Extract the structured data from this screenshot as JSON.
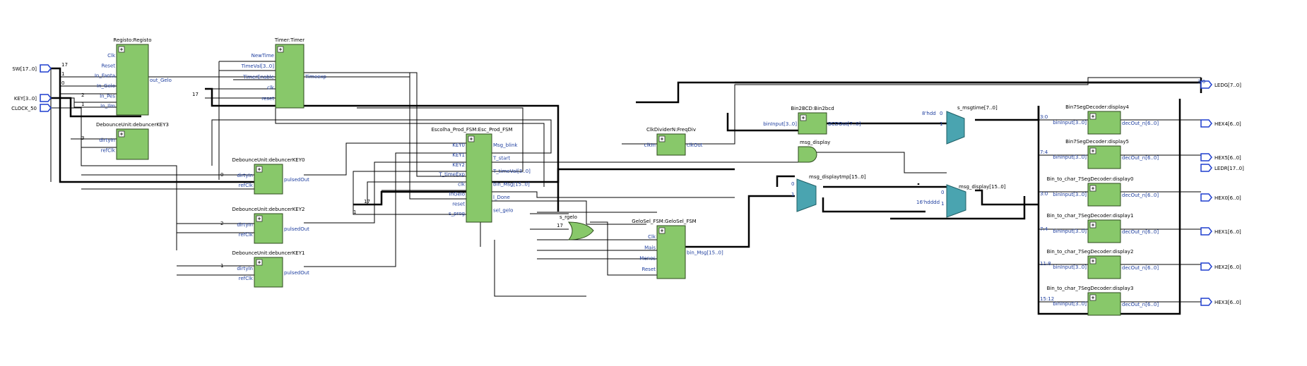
{
  "inputs": [
    {
      "id": "sw",
      "label": "SW[17..0]"
    },
    {
      "id": "key",
      "label": "KEY[3..0]"
    },
    {
      "id": "clock",
      "label": "CLOCK_50"
    }
  ],
  "outputs": [
    {
      "id": "ledg",
      "label": "LEDG[7..0]"
    },
    {
      "id": "hex4",
      "label": "HEX4[6..0]"
    },
    {
      "id": "hex5",
      "label": "HEX5[6..0]"
    },
    {
      "id": "ledr",
      "label": "LEDR[17..0]"
    },
    {
      "id": "hex0",
      "label": "HEX0[6..0]"
    },
    {
      "id": "hex1",
      "label": "HEX1[6..0]"
    },
    {
      "id": "hex2",
      "label": "HEX2[6..0]"
    },
    {
      "id": "hex3",
      "label": "HEX3[6..0]"
    }
  ],
  "blocks": [
    {
      "id": "registo",
      "title": "Registo:Registo",
      "in": [
        "Clk",
        "Reset",
        "In_Fanta",
        "In_Gelo",
        "In_Pes",
        "In_Ilm"
      ],
      "out": [
        "out_Gelo"
      ]
    },
    {
      "id": "timer",
      "title": "Timer:Timer",
      "in": [
        "NewTime",
        "TimeVal[3..0]",
        "TimerEnable",
        "clk",
        "reset"
      ],
      "out": [
        "Timeexp"
      ]
    },
    {
      "id": "deb3",
      "title": "DebounceUnit:debuncerKEY3",
      "in": [
        "dirtyIn",
        "refClk"
      ],
      "out": []
    },
    {
      "id": "deb0",
      "title": "DebounceUnit:debuncerKEY0",
      "in": [
        "dirtyIn",
        "refClk"
      ],
      "out": [
        "pulsedOut"
      ]
    },
    {
      "id": "deb2",
      "title": "DebounceUnit:debuncerKEY2",
      "in": [
        "dirtyIn",
        "refClk"
      ],
      "out": [
        "pulsedOut"
      ]
    },
    {
      "id": "deb1",
      "title": "DebounceUnit:debuncerKEY1",
      "in": [
        "dirtyIn",
        "refClk"
      ],
      "out": [
        "pulsedOut"
      ]
    },
    {
      "id": "esc",
      "title": "Escolha_Prod_FSM:Esc_Prod_FSM",
      "in": [
        "KEY0",
        "KEY1",
        "KEY2",
        "T_timeExp",
        "clk",
        "inGelo",
        "reset",
        "s_prog"
      ],
      "out": [
        "Msg_blink",
        "T_start",
        "T_timeVal[3..0]",
        "bin_Msg[15..0]",
        "l_Done",
        "sel_gelo"
      ]
    },
    {
      "id": "clkdiv",
      "title": "ClkDividerN:FreqDiv",
      "in": [
        "clkIn"
      ],
      "out": [
        "clkOut"
      ]
    },
    {
      "id": "bin2bcd",
      "title": "Bin2BCD:Bin2bcd",
      "in": [
        "binInput[3..0]"
      ],
      "out": [
        "BCDOut[7..0]"
      ]
    },
    {
      "id": "gelosel",
      "title": "GeloSel_FSM:GeloSel_FSM",
      "in": [
        "Clk",
        "Mais",
        "Menos",
        "Reset"
      ],
      "out": [
        "bin_Msg[15..0]"
      ]
    },
    {
      "id": "disp4",
      "title": "Bin7SegDecoder:display4",
      "in": [
        "binInput[3..0]"
      ],
      "out": [
        "decOut_n[6..0]"
      ]
    },
    {
      "id": "disp5",
      "title": "Bin7SegDecoder:display5",
      "in": [
        "binInput[3..0]"
      ],
      "out": [
        "decOut_n[6..0]"
      ]
    },
    {
      "id": "disp0",
      "title": "Bin_to_char_7SegDecoder:display0",
      "in": [
        "binInput[3..0]"
      ],
      "out": [
        "decOut_n[6..0]"
      ]
    },
    {
      "id": "disp1",
      "title": "Bin_to_char_7SegDecoder:display1",
      "in": [
        "binInput[3..0]"
      ],
      "out": [
        "decOut_n[6..0]"
      ]
    },
    {
      "id": "disp2",
      "title": "Bin_to_char_7SegDecoder:display2",
      "in": [
        "binInput[3..0]"
      ],
      "out": [
        "decOut_n[6..0]"
      ]
    },
    {
      "id": "disp3",
      "title": "Bin_to_char_7SegDecoder:display3",
      "in": [
        "binInput[3..0]"
      ],
      "out": [
        "decOut_n[6..0]"
      ]
    }
  ],
  "muxes": [
    {
      "id": "s_msgtime",
      "title": "s_msgtime[7..0]",
      "const": "8'hdd",
      "sel": "0"
    },
    {
      "id": "msg_displaytmp",
      "title": "msg_displaytmp[15..0]",
      "const": "",
      "sel": ""
    },
    {
      "id": "msg_display_mux",
      "title": "msg_display[15..0]",
      "const": "16'hdddd",
      "sel": "0"
    }
  ],
  "gates": [
    {
      "id": "msg_display_and",
      "title": "msg_display"
    },
    {
      "id": "s_rgelo",
      "title": "s_rgelo"
    }
  ],
  "bus_labels": {
    "b17a": "17",
    "b1a": "1",
    "b0a": "0",
    "b2a": "2",
    "b1b": "1",
    "b3a": "3",
    "b17b": "17",
    "b0b": "0",
    "b2b": "2",
    "b1c": "1",
    "b17c": "17",
    "b1d": "1",
    "b17d": "17",
    "s30a": "3:0",
    "s74a": "7:4",
    "s30b": "3:0",
    "s74b": "7:4",
    "s118": "11:8",
    "s1512": "15:12",
    "c30": "3:0",
    "c1": "1",
    "c0": "0"
  }
}
